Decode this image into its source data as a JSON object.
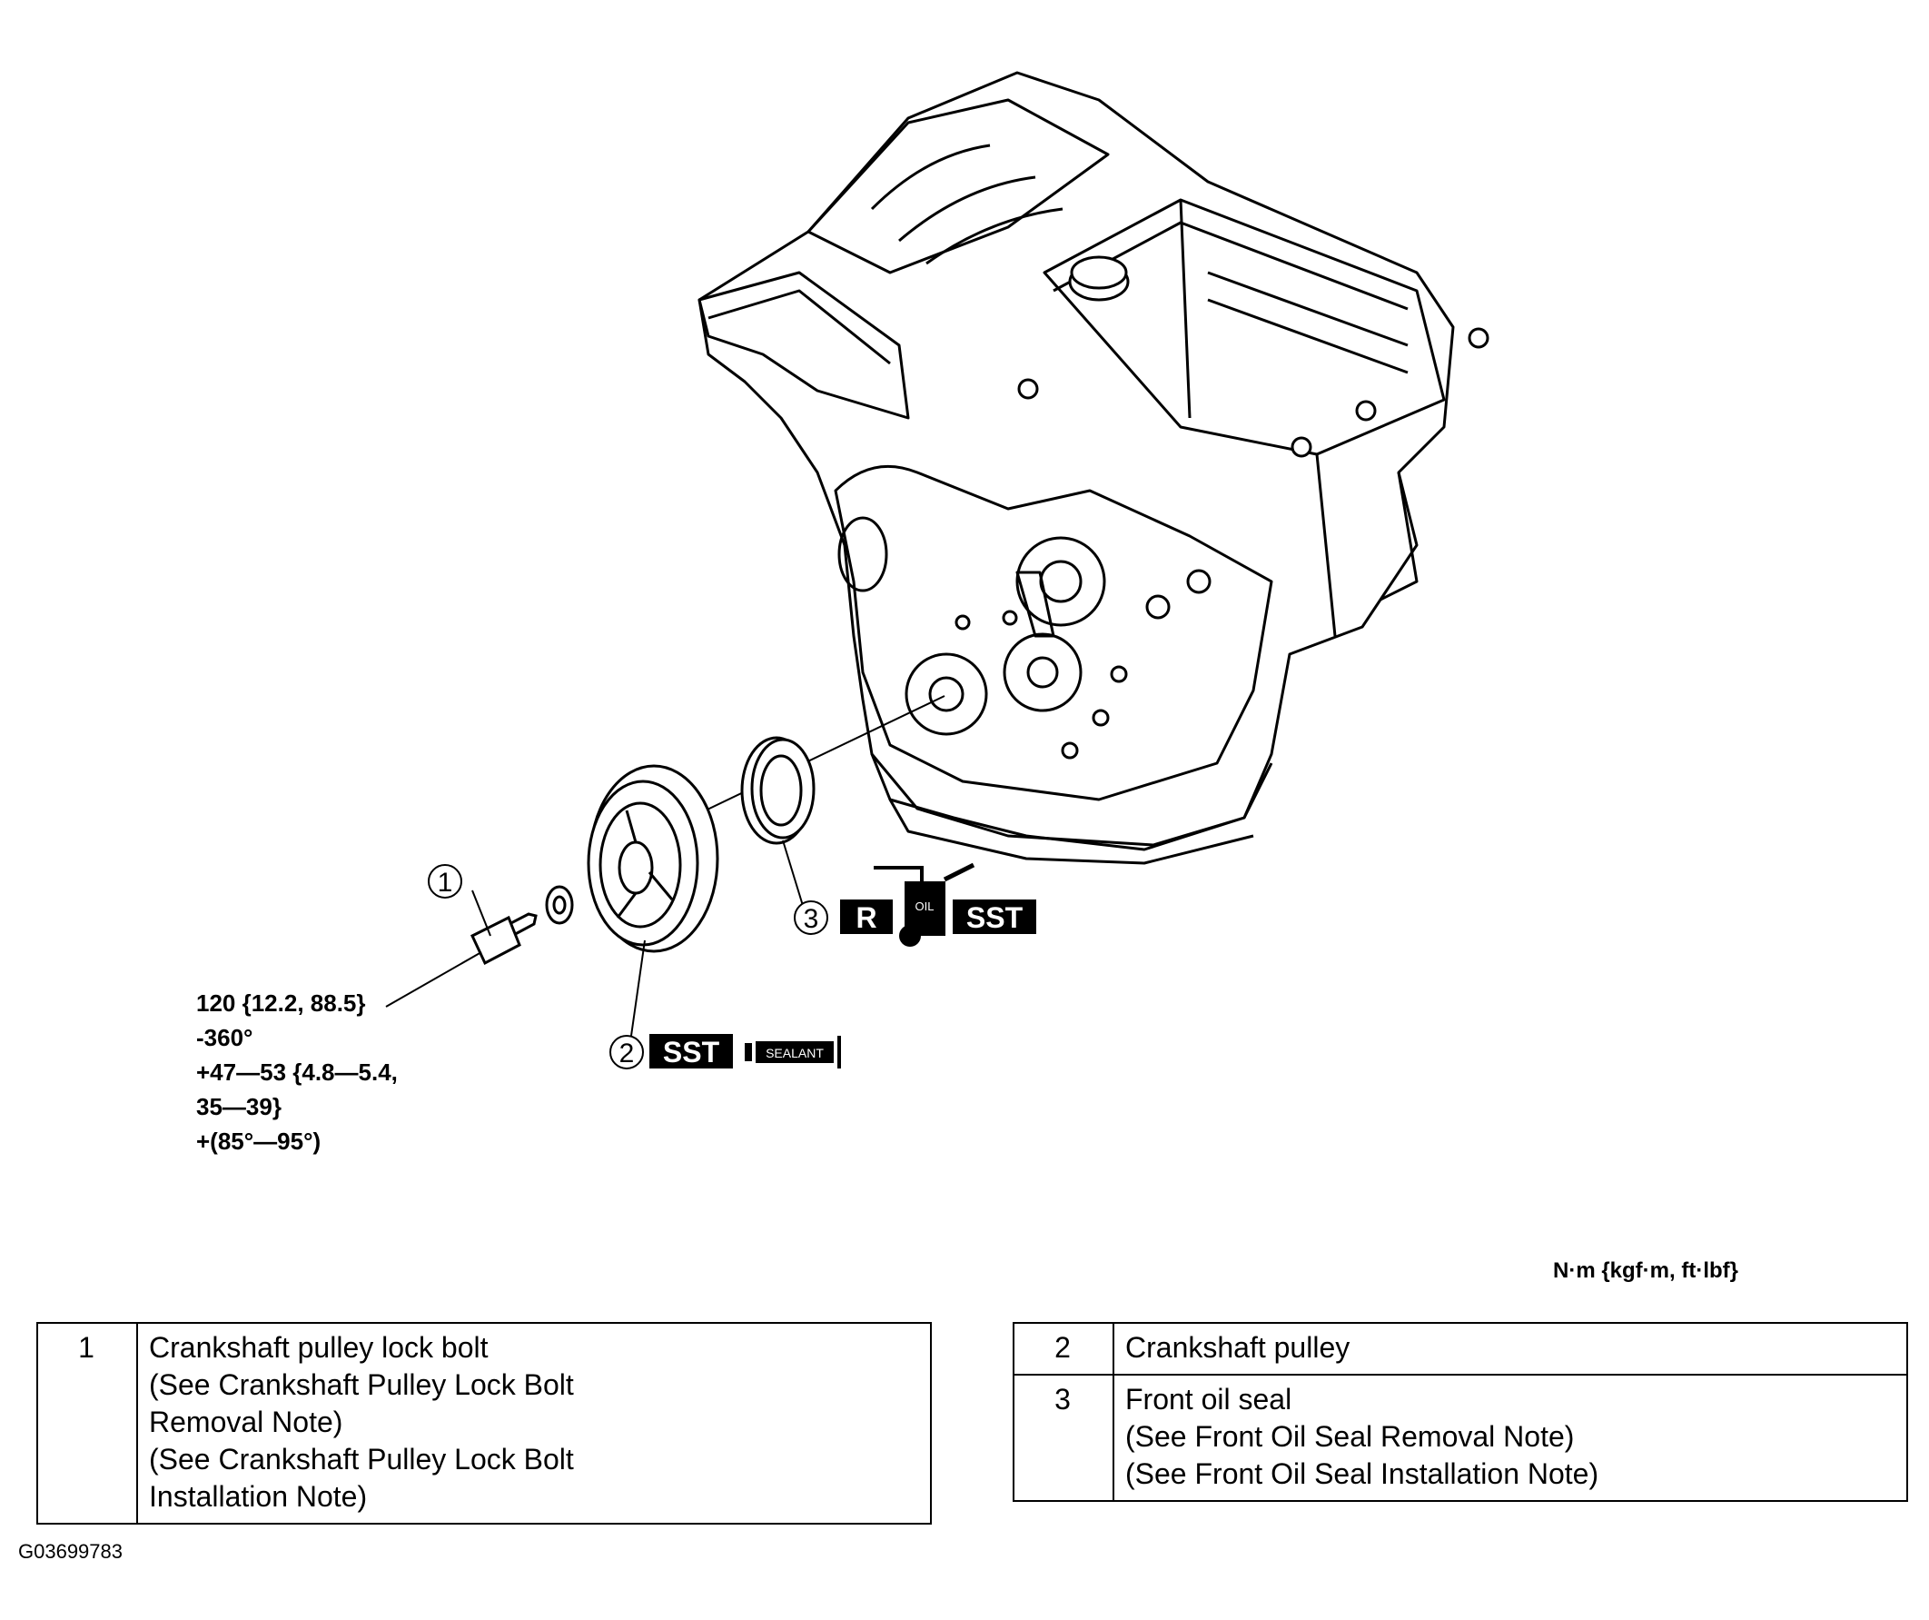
{
  "callouts": [
    "1",
    "2",
    "3"
  ],
  "badges": {
    "replace": "R",
    "special_tool": "SST",
    "oil": "OIL",
    "sealant": "SEALANT"
  },
  "torque_spec": [
    "120 {12.2, 88.5}",
    "-360°",
    "+47—53 {4.8—5.4,",
    "35—39}",
    "+(85°—95°)"
  ],
  "units": "N·m {kgf·m, ft·lbf}",
  "parts_left": [
    {
      "num": "1",
      "lines": [
        "Crankshaft pulley lock bolt",
        "(See Crankshaft Pulley Lock Bolt",
        "Removal Note)",
        "(See Crankshaft Pulley Lock Bolt",
        "Installation Note)"
      ]
    }
  ],
  "parts_right": [
    {
      "num": "2",
      "lines": [
        "Crankshaft pulley"
      ]
    },
    {
      "num": "3",
      "lines": [
        "Front oil seal",
        "(See Front Oil Seal Removal Note)",
        "(See Front Oil Seal Installation Note)"
      ]
    }
  ],
  "figure_id": "G03699783"
}
